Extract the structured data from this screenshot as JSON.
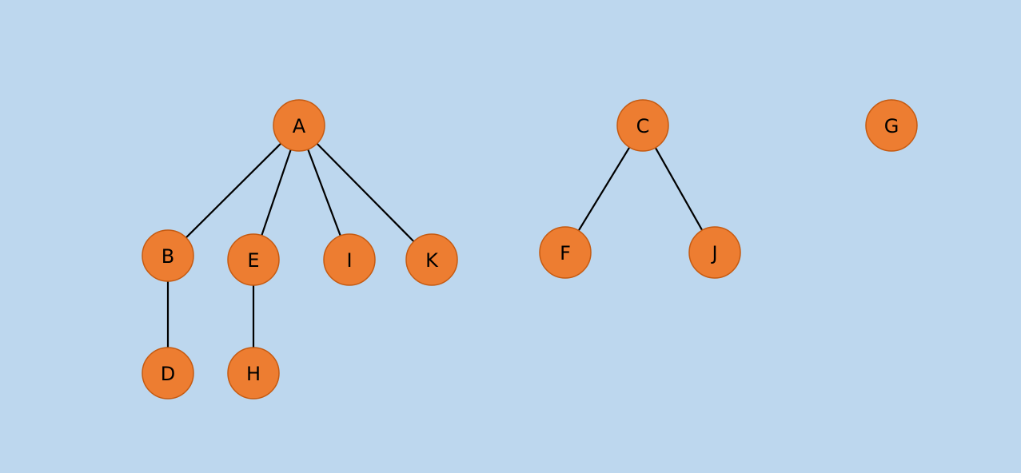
{
  "colors": {
    "background": "#bdd7ee",
    "node_fill": "#ed7d31",
    "node_stroke": "#c55a11",
    "edge": "#000000"
  },
  "nodes": [
    {
      "id": "A",
      "label": "A"
    },
    {
      "id": "B",
      "label": "B"
    },
    {
      "id": "E",
      "label": "E"
    },
    {
      "id": "I",
      "label": "I"
    },
    {
      "id": "K",
      "label": "K"
    },
    {
      "id": "D",
      "label": "D"
    },
    {
      "id": "H",
      "label": "H"
    },
    {
      "id": "C",
      "label": "C"
    },
    {
      "id": "F",
      "label": "F"
    },
    {
      "id": "J",
      "label": "J"
    },
    {
      "id": "G",
      "label": "G"
    }
  ],
  "edges": [
    {
      "from": "A",
      "to": "B"
    },
    {
      "from": "A",
      "to": "E"
    },
    {
      "from": "A",
      "to": "I"
    },
    {
      "from": "A",
      "to": "K"
    },
    {
      "from": "B",
      "to": "D"
    },
    {
      "from": "E",
      "to": "H"
    },
    {
      "from": "C",
      "to": "F"
    },
    {
      "from": "C",
      "to": "J"
    }
  ]
}
